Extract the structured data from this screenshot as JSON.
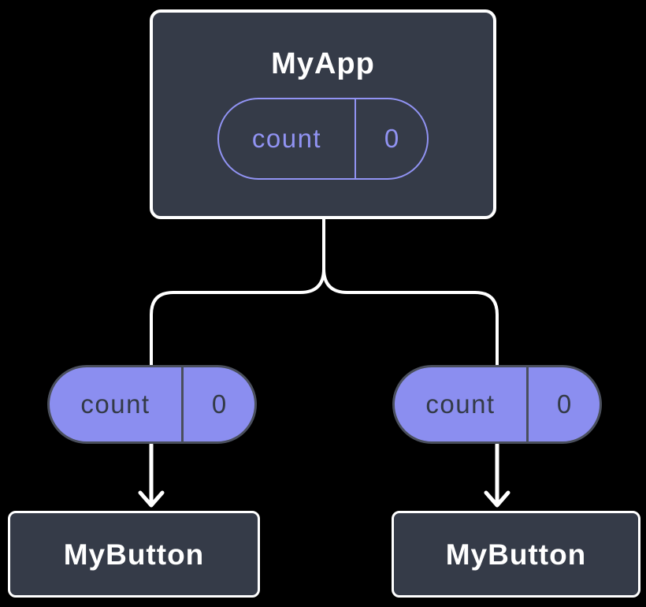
{
  "diagram": {
    "colors": {
      "background": "#000000",
      "node_fill": "#353B48",
      "node_border": "#FFFFFF",
      "line": "#FFFFFF",
      "pill_fill": "#8B8EF0",
      "pill_stroke": "#9193F3",
      "pill_dark_border": "#4A4F5C",
      "pill_dark_text": "#333A46"
    },
    "root": {
      "title": "MyApp",
      "state": {
        "name": "count",
        "value": "0"
      }
    },
    "props": {
      "left": {
        "name": "count",
        "value": "0"
      },
      "right": {
        "name": "count",
        "value": "0"
      }
    },
    "children": {
      "left": {
        "title": "MyButton"
      },
      "right": {
        "title": "MyButton"
      }
    }
  }
}
